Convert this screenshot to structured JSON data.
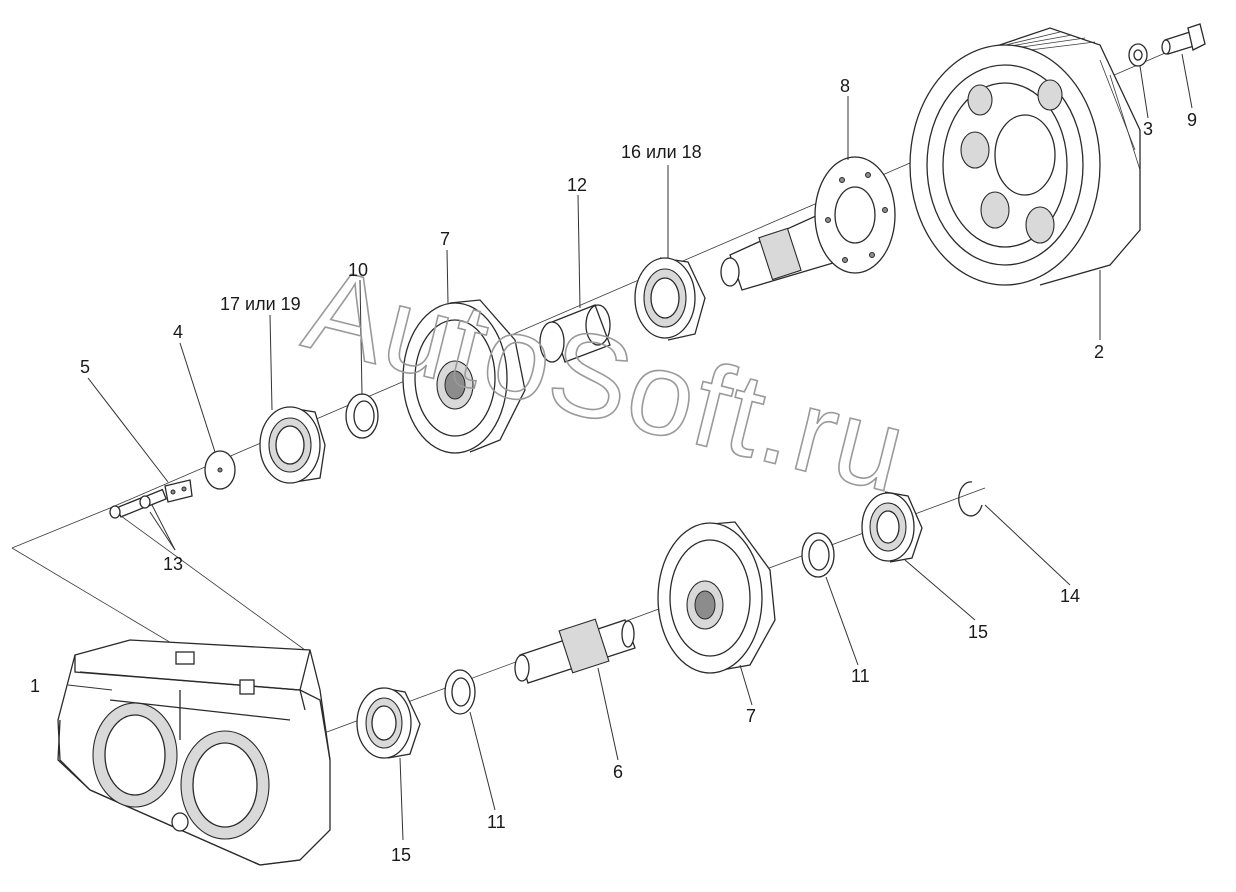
{
  "watermark": "AutoSoft.ru",
  "callouts": [
    {
      "id": "label-1",
      "text": "1"
    },
    {
      "id": "label-2",
      "text": "2"
    },
    {
      "id": "label-3",
      "text": "3"
    },
    {
      "id": "label-4",
      "text": "4"
    },
    {
      "id": "label-5",
      "text": "5"
    },
    {
      "id": "label-6",
      "text": "6"
    },
    {
      "id": "label-7-top",
      "text": "7"
    },
    {
      "id": "label-7-bottom",
      "text": "7"
    },
    {
      "id": "label-8",
      "text": "8"
    },
    {
      "id": "label-9",
      "text": "9"
    },
    {
      "id": "label-10",
      "text": "10"
    },
    {
      "id": "label-11-mid",
      "text": "11"
    },
    {
      "id": "label-11-right",
      "text": "11"
    },
    {
      "id": "label-12",
      "text": "12"
    },
    {
      "id": "label-13",
      "text": "13"
    },
    {
      "id": "label-14",
      "text": "14"
    },
    {
      "id": "label-15-bottom",
      "text": "15"
    },
    {
      "id": "label-15-right",
      "text": "15"
    },
    {
      "id": "label-16-18",
      "text": "16 или 18"
    },
    {
      "id": "label-17-19",
      "text": "17 или 19"
    }
  ]
}
